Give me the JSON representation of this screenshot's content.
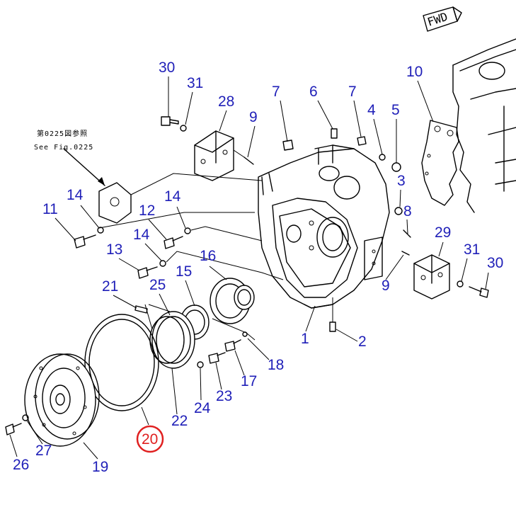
{
  "orientation_marker": "FWD",
  "reference_note": {
    "line1": "第0225図参照",
    "line2": "See Fig.0225"
  },
  "highlighted_part": "20",
  "highlight_color": "#e02020",
  "label_color": "#1f1fb8",
  "part_labels": {
    "p1": "1",
    "p2": "2",
    "p3": "3",
    "p4": "4",
    "p5": "5",
    "p6": "6",
    "p7a": "7",
    "p7b": "7",
    "p8": "8",
    "p9a": "9",
    "p9b": "9",
    "p10": "10",
    "p11": "11",
    "p12": "12",
    "p13": "13",
    "p14a": "14",
    "p14b": "14",
    "p14c": "14",
    "p15": "15",
    "p16": "16",
    "p17": "17",
    "p18": "18",
    "p19": "19",
    "p20": "20",
    "p21": "21",
    "p22": "22",
    "p23": "23",
    "p24": "24",
    "p25": "25",
    "p26": "26",
    "p27": "27",
    "p28": "28",
    "p29": "29",
    "p30a": "30",
    "p30b": "30",
    "p31a": "31",
    "p31b": "31"
  }
}
